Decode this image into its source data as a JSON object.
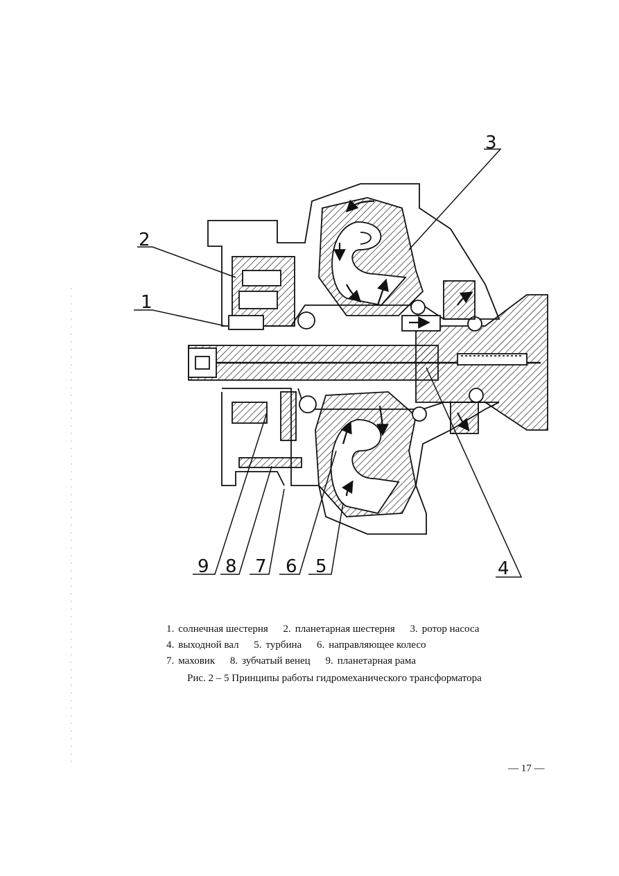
{
  "figure": {
    "callouts": [
      "1",
      "2",
      "3",
      "4",
      "5",
      "6",
      "7",
      "8",
      "9"
    ]
  },
  "legend": {
    "rows": [
      [
        {
          "num": "1.",
          "text": "солнечная шестерня"
        },
        {
          "num": "2.",
          "text": "планетарная шестерня"
        },
        {
          "num": "3.",
          "text": "ротор насоса"
        }
      ],
      [
        {
          "num": "4.",
          "text": "выходной вал"
        },
        {
          "num": "5.",
          "text": "турбина"
        },
        {
          "num": "6.",
          "text": "направляющее колесо"
        }
      ],
      [
        {
          "num": "7.",
          "text": "маховик"
        },
        {
          "num": "8.",
          "text": "зубчатый венец"
        },
        {
          "num": "9.",
          "text": "планетарная рама"
        }
      ]
    ]
  },
  "caption": "Рис. 2 – 5 Принципы работы гидромеханического трансформатора",
  "page_number": "— 17 —"
}
